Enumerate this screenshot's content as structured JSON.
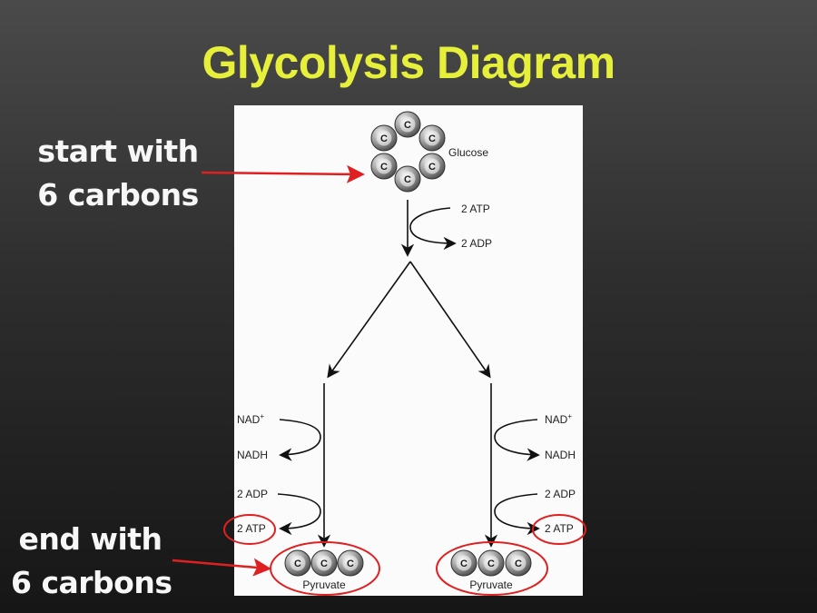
{
  "title": "Glycolysis Diagram",
  "callouts": {
    "start": [
      "start with",
      "6 carbons"
    ],
    "end": [
      "end with",
      "6 carbons"
    ]
  },
  "diagram": {
    "glucose_label": "Glucose",
    "carbon": "C",
    "atp_in": "2 ATP",
    "adp_out": "2 ADP",
    "nad_plus": "NAD",
    "nad_plus_sup": "+",
    "nadh": "NADH",
    "adp_in": "2 ADP",
    "atp_out": "2 ATP",
    "pyruvate_label": "Pyruvate"
  },
  "colors": {
    "title": "#e6ef3a",
    "highlight": "#e02020",
    "carbon_fill": "#8a8a8a",
    "text_white": "#f7f7f7"
  }
}
